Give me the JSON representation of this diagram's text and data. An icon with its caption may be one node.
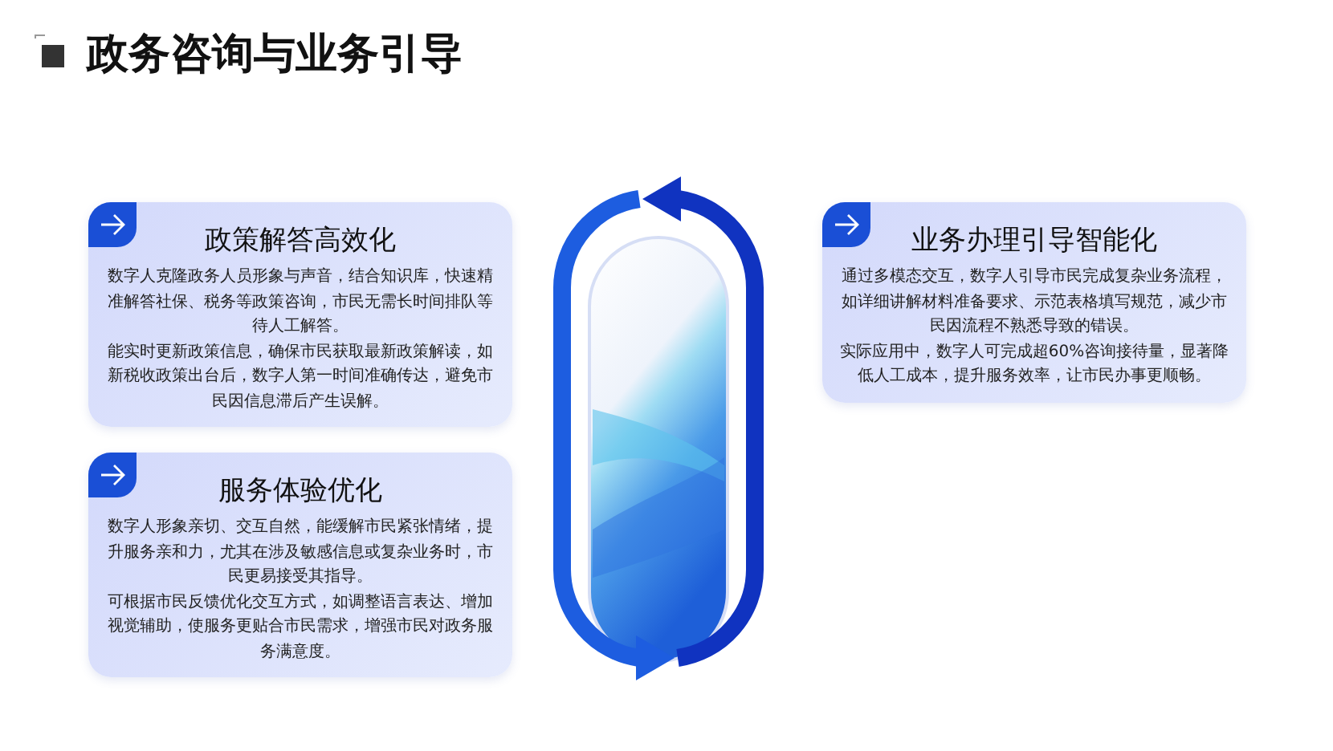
{
  "diagram": {
    "title": "政务咨询与业务引导",
    "nodes": [
      {
        "text": [
          "政策解答高效化",
          "数字人克隆政务人员形象与声音，结合知识库，快速精准解答社保、税务等政策咨询，市民无需长时间排队等待人工解答。",
          "能实时更新政策信息，确保市民获取最新政策解读，如新税收政策出台后，数字人第一时间准确传达，避免市民因信息滞后产生误解。"
        ]
      },
      {
        "text": [
          "业务办理引导智能化",
          "通过多模态交互，数字人引导市民完成复杂业务流程，如详细讲解材料准备要求、示范表格填写规范，减少市民因流程不熟悉导致的错误。",
          "实际应用中，数字人可完成超60%咨询接待量，显著降低人工成本，提升服务效率，让市民办事更顺畅。"
        ]
      },
      {
        "text": [
          "服务体验优化",
          "数字人形象亲切、交互自然，能缓解市民紧张情绪，提升服务亲和力，尤其在涉及敏感信息或复杂业务时，市民更易接受其指导。",
          "可根据市民反馈优化交互方式，如调整语言表达、增加视觉辅助，使服务更贴合市民需求，增强市民对政务服务满意度。"
        ]
      }
    ]
  }
}
